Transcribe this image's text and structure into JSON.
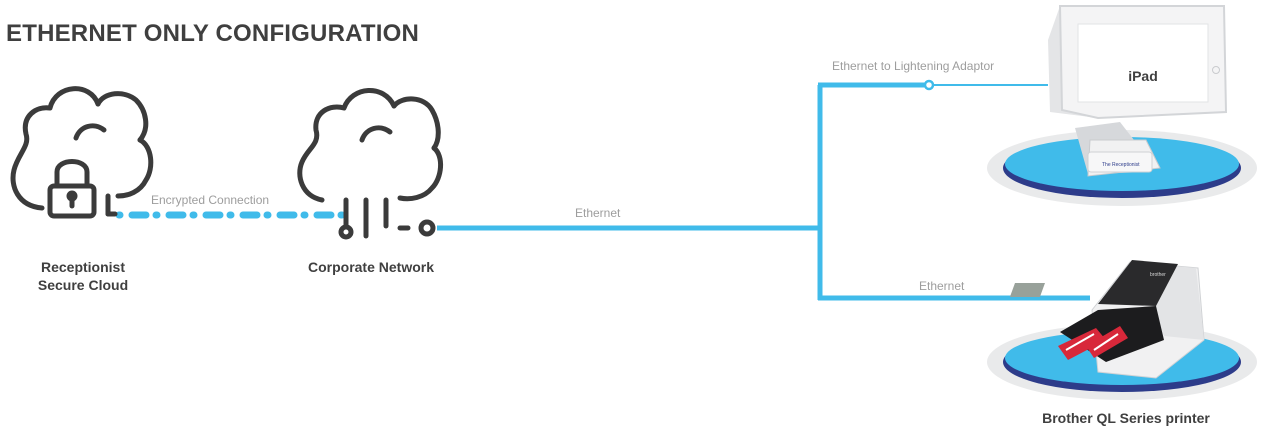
{
  "title": "ETHERNET ONLY CONFIGURATION",
  "nodes": {
    "cloud": {
      "line1": "Receptionist",
      "line2": "Secure Cloud"
    },
    "network": {
      "label": "Corporate Network"
    },
    "ipad": {
      "label": "iPad",
      "stand_brand": "The Receptionist"
    },
    "printer": {
      "label": "Brother QL Series printer",
      "brand": "brother"
    }
  },
  "connections": {
    "encrypted": "Encrypted Connection",
    "ethernet_main": "Ethernet",
    "adaptor": "Ethernet to Lightening Adaptor",
    "ethernet_printer": "Ethernet"
  },
  "colors": {
    "line": "#40bbea",
    "platform_outer": "#e9eaeb",
    "platform_top": "#40bbea",
    "platform_base": "#2d3c8a",
    "icon_stroke": "#3b3b3b",
    "text_dark": "#3f3f3f",
    "text_light": "#9d9d9d"
  }
}
